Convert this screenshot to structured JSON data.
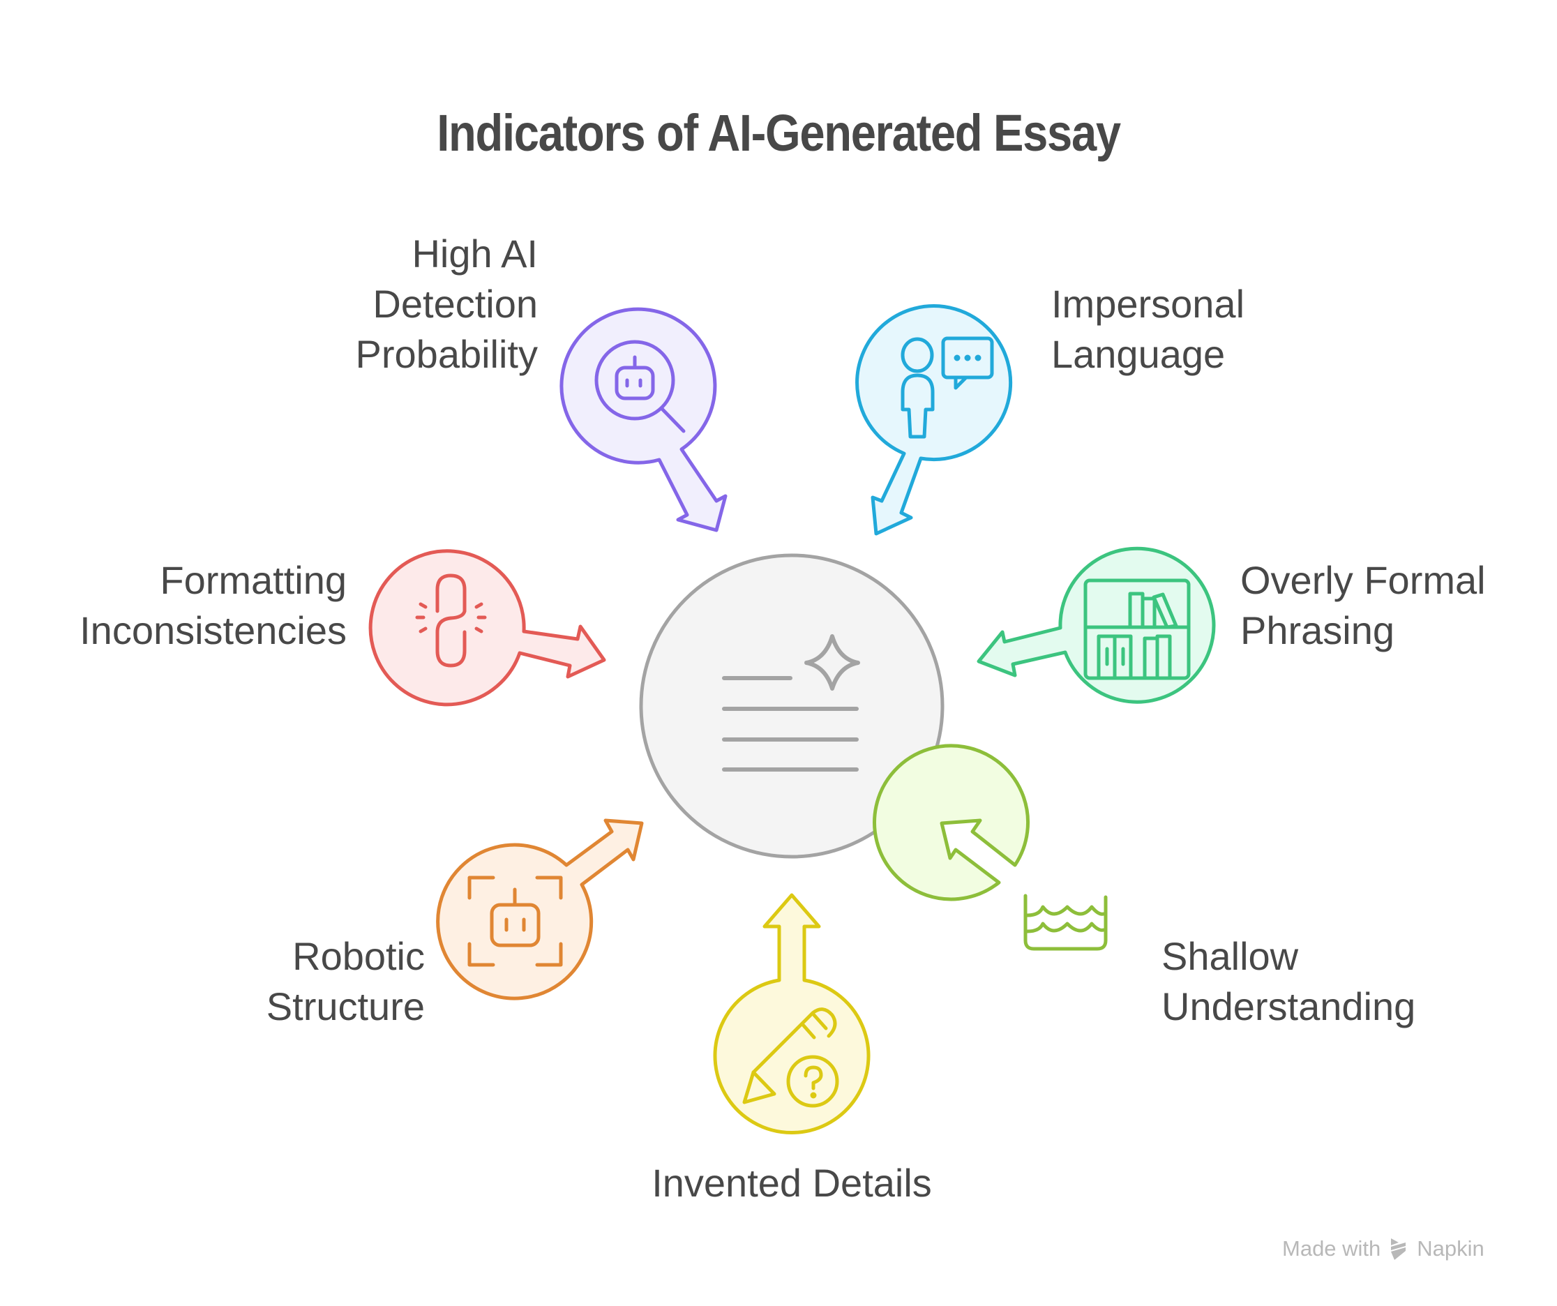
{
  "title": "Indicators of AI-Generated Essay",
  "center": {
    "icon": "ai-document-sparkle-icon",
    "stroke": "#a3a3a3",
    "fill": "#f4f4f4"
  },
  "nodes": [
    {
      "id": "high-ai-detection",
      "label_lines": [
        "High AI",
        "Detection",
        "Probability"
      ],
      "icon": "robot-magnifier-icon",
      "stroke": "#8466e8",
      "fill": "#f1effd"
    },
    {
      "id": "impersonal-language",
      "label_lines": [
        "Impersonal",
        "Language"
      ],
      "icon": "person-speech-bubble-icon",
      "stroke": "#21a9da",
      "fill": "#e6f7fd"
    },
    {
      "id": "overly-formal-phrasing",
      "label_lines": [
        "Overly Formal",
        "Phrasing"
      ],
      "icon": "bookshelf-icon",
      "stroke": "#3cc47f",
      "fill": "#e3fbef"
    },
    {
      "id": "shallow-understanding",
      "label_lines": [
        "Shallow",
        "Understanding"
      ],
      "icon": "shallow-water-icon",
      "stroke": "#8dbe3a",
      "fill": "#f2fde1"
    },
    {
      "id": "invented-details",
      "label_lines": [
        "Invented Details"
      ],
      "icon": "pencil-question-icon",
      "stroke": "#dcc913",
      "fill": "#fdf9dc"
    },
    {
      "id": "robotic-structure",
      "label_lines": [
        "Robotic",
        "Structure"
      ],
      "icon": "robot-frame-icon",
      "stroke": "#e08633",
      "fill": "#fef0e3"
    },
    {
      "id": "formatting-inconsistencies",
      "label_lines": [
        "Formatting",
        "Inconsistencies"
      ],
      "icon": "broken-link-icon",
      "stroke": "#e35a55",
      "fill": "#fdeaea"
    }
  ],
  "watermark": {
    "prefix": "Made with",
    "brand": "Napkin",
    "icon": "napkin-logo-icon",
    "color": "#b8b8b8"
  }
}
